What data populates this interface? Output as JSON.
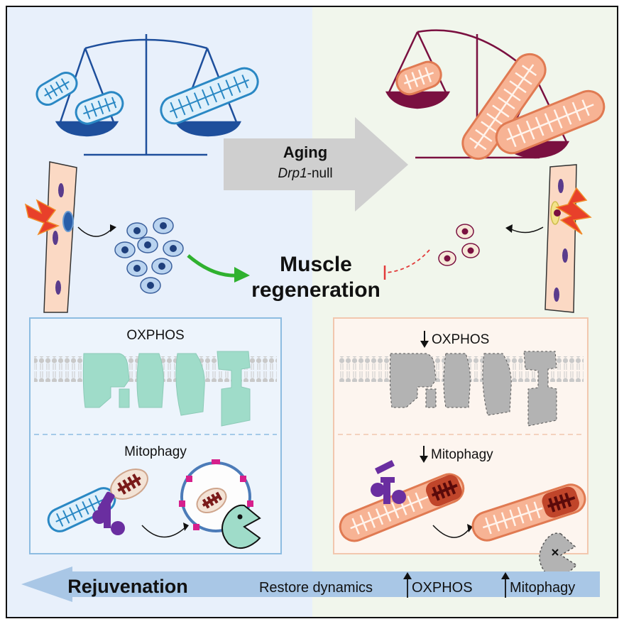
{
  "left_panel": {
    "oxphos_label": "OXPHOS",
    "mitophagy_label": "Mitophagy"
  },
  "right_panel": {
    "oxphos_label": "OXPHOS",
    "mitophagy_label": "Mitophagy"
  },
  "center": {
    "aging_label": "Aging",
    "drp1_label": "Drp1",
    "null_label": "-null",
    "muscle_label": "Muscle",
    "regeneration_label": "regeneration"
  },
  "bottom_bar": {
    "rejuvenation_label": "Rejuvenation",
    "restore_label": "Restore dynamics",
    "oxphos_label": "OXPHOS",
    "mitophagy_label": "Mitophagy"
  },
  "colors": {
    "young_bg": "#e8f0fb",
    "aged_bg": "#f1f6ec",
    "young_scale": "#1e4f9c",
    "aged_scale": "#7a1040",
    "complex_teal": "#9fdcc9",
    "complex_gray": "#b3b3b3",
    "green_arrow": "#2fb12f",
    "inhibit_red": "#e23a3a",
    "bottom_arrow": "#a9c7e6"
  }
}
